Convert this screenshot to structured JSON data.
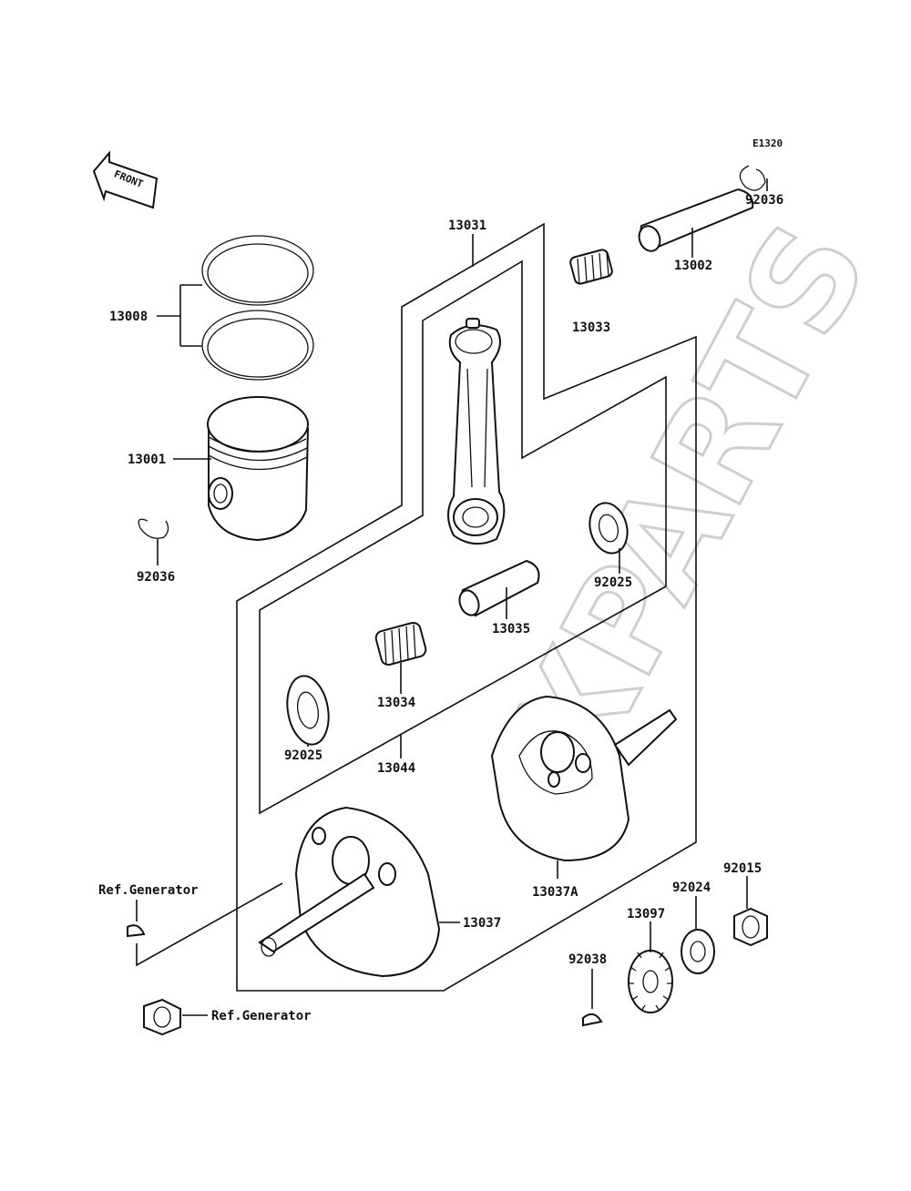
{
  "diagram_code": "E1320",
  "watermark": "XPARTS",
  "front_indicator": "FRONT",
  "parts": {
    "p13008": "13008",
    "p13001": "13001",
    "p92036_left": "92036",
    "p13031": "13031",
    "p13033": "13033",
    "p13002": "13002",
    "p92036_right": "92036",
    "p92025_right": "92025",
    "p13035": "13035",
    "p13034": "13034",
    "p92025_left": "92025",
    "p13044": "13044",
    "p13037A": "13037A",
    "p13037": "13037",
    "p92015": "92015",
    "p92024": "92024",
    "p13097": "13097",
    "p92038": "92038"
  },
  "references": {
    "ref_key": "Ref.Generator",
    "ref_nut": "Ref.Generator"
  }
}
